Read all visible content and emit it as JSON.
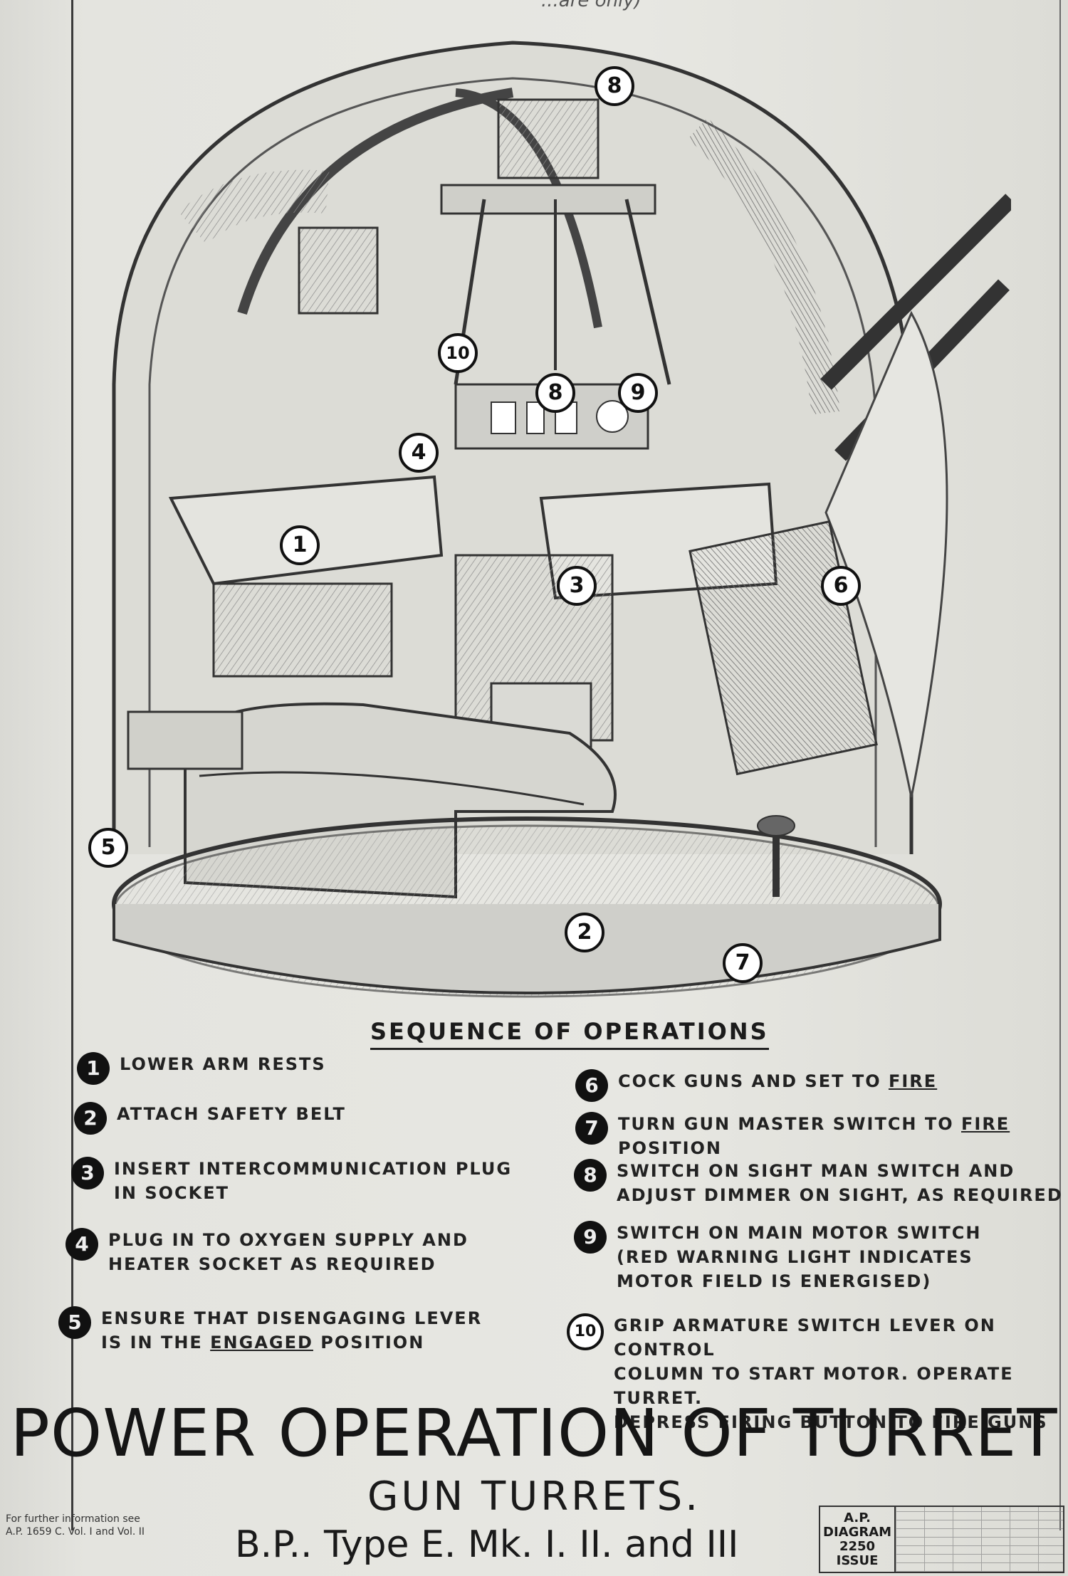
{
  "document": {
    "top_fragment": "...are only)",
    "callouts": [
      "1",
      "2",
      "3",
      "4",
      "5",
      "6",
      "7",
      "8",
      "9",
      "10"
    ],
    "callout_8a": "8",
    "sequence_title": "SEQUENCE OF OPERATIONS",
    "steps": [
      {
        "num": "1",
        "text": "LOWER ARM RESTS"
      },
      {
        "num": "2",
        "text": "ATTACH SAFETY BELT"
      },
      {
        "num": "3",
        "text": "INSERT INTERCOMMUNICATION PLUG\nIN SOCKET"
      },
      {
        "num": "4",
        "text": "PLUG IN TO OXYGEN SUPPLY AND\nHEATER SOCKET AS REQUIRED"
      },
      {
        "num": "5",
        "text_pre": "ENSURE THAT DISENGAGING LEVER\nIS IN THE ",
        "text_u": "ENGAGED",
        "text_post": " POSITION"
      },
      {
        "num": "6",
        "text_pre": "COCK GUNS AND SET TO ",
        "text_u": "FIRE",
        "text_post": ""
      },
      {
        "num": "7",
        "text_pre": "TURN GUN MASTER SWITCH TO ",
        "text_u": "FIRE",
        "text_post": " POSITION"
      },
      {
        "num": "8",
        "text": "SWITCH ON SIGHT MAN SWITCH AND\nADJUST DIMMER ON SIGHT, AS REQUIRED"
      },
      {
        "num": "9",
        "text": "SWITCH ON MAIN MOTOR SWITCH\n(RED WARNING LIGHT INDICATES\nMOTOR FIELD IS ENERGISED)"
      },
      {
        "num": "10",
        "text": "GRIP ARMATURE SWITCH LEVER ON CONTROL\nCOLUMN TO START MOTOR. OPERATE TURRET.\nDEPRESS FIRING BUTTON TO FIRE GUNS"
      }
    ],
    "title_main": "POWER OPERATION OF TURRET",
    "title_sub": "GUN TURRETS.",
    "title_type": "B.P.. Type E. Mk. I. II. and III",
    "footnote": "For further information see\nA.P. 1659 C. Vol. I and Vol. II",
    "title_block": {
      "line1": "A.P.",
      "line2": "DIAGRAM",
      "line3": "2250",
      "line4": "ISSUE"
    }
  }
}
